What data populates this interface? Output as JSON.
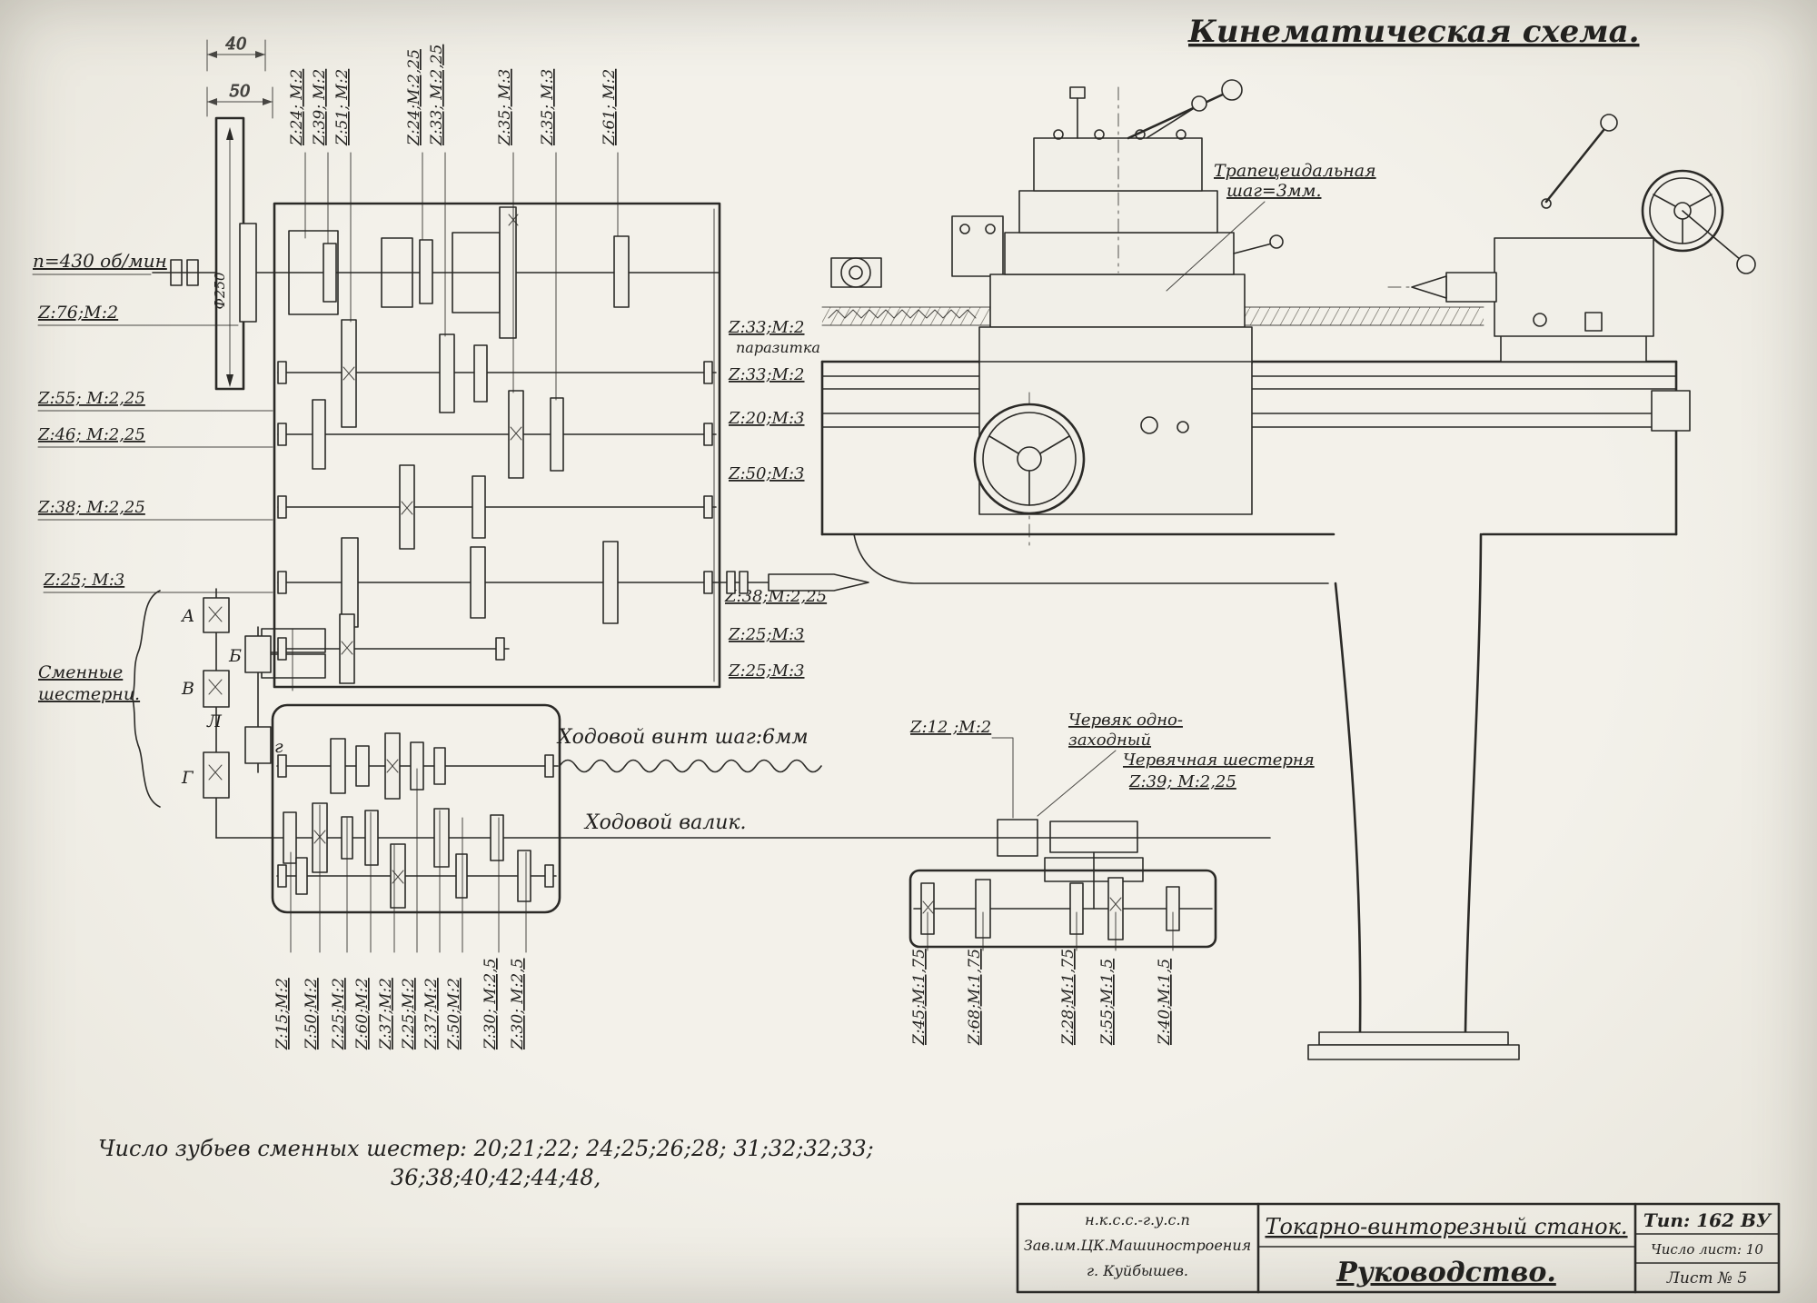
{
  "page": {
    "title": "Кинематическая схема."
  },
  "colors": {
    "ink": "#2b2a27",
    "paper": "#f1efe8"
  },
  "dims": {
    "d40": "40",
    "d50": "50",
    "d250": "Ф250"
  },
  "input": {
    "rpm": "n=430 об/мин",
    "z76": "Z:76;М:2"
  },
  "top_labels": [
    "Z:24; М:2",
    "Z:39; М:2",
    "Z:51; М:2",
    "Z:24;М:2,25",
    "Z:33; М:2,25",
    "Z:35; М:3",
    "Z:35; М:3",
    "Z:61; М:2"
  ],
  "left_labels": [
    "Z:55; М:2,25",
    "Z:46; М:2,25",
    "Z:38; М:2,25",
    "Z:25; М:3"
  ],
  "right_labels": [
    "Z:33;М:2",
    "паразитка",
    "Z:33;М:2",
    "Z:20;М:3",
    "Z:50;М:3",
    "Z:38;М:2,25",
    "Z:25;М:3",
    "Z:25;М:3"
  ],
  "change_gears": {
    "t1": "Сменные",
    "t2": "шестерни.",
    "letters": [
      "А",
      "Б",
      "В",
      "Л",
      "г",
      "Г"
    ]
  },
  "feed": {
    "screw": "Ходовой винт шаг:6мм",
    "rod": "Ходовой валик."
  },
  "bottom_labels": [
    "Z:15;М:2",
    "Z:50;М:2",
    "Z:25;М:2",
    "Z:60;М:2",
    "Z:37;М:2",
    "Z:25;М:2",
    "Z:37;М:2",
    "Z:50;М:2",
    "Z:30; М:2,5",
    "Z:30; М:2,5"
  ],
  "apron": {
    "z12": "Z:12 ;М:2",
    "worm1": "Червяк одно-",
    "worm2": "заходный",
    "wheel": "Червячная шестерня",
    "z39": "Z:39; М:2,25",
    "labels": [
      "Z:45;М:1,75",
      "Z:68;М:1,75",
      "Z:28;М:1,75",
      "Z:55;М:1,5",
      "Z:40;М:1,5"
    ]
  },
  "machine": {
    "trap1": "Трапецеидальная",
    "trap2": "шаг=3мм."
  },
  "note": {
    "line1": "Число зубьев сменных шестер: 20;21;22; 24;25;26;28; 31;32;32;33;",
    "line2": "36;38;40;42;44;48,"
  },
  "title_block": {
    "org1": "н.к.с.с.-г.у.с.п",
    "org2": "Зав.им.ЦК.Машиностроения",
    "org3": "г. Куйбышев.",
    "product": "Токарно-винторезный станок.",
    "doc": "Руководство.",
    "type": "Тип: 162 ВУ",
    "sheets": "Число лист: 10",
    "sheet": "Лист № 5"
  }
}
